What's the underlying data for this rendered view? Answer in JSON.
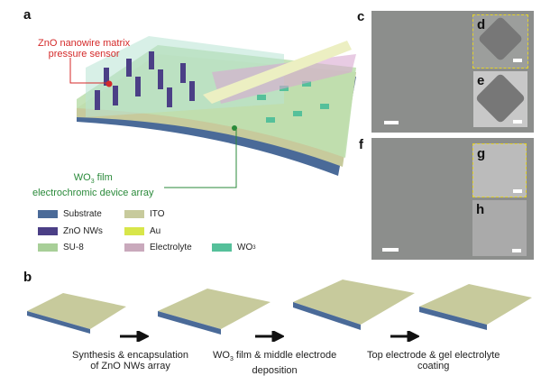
{
  "panels": {
    "a": {
      "letter": "a",
      "annotation_sensor": [
        "ZnO nanowire matrix",
        "pressure sensor"
      ],
      "annotation_ec_line1": "WO",
      "annotation_ec_sub": "3",
      "annotation_ec_line1_suffix": " film",
      "annotation_ec_line2": "electrochromic device array",
      "legend": [
        {
          "label": "Substrate",
          "color": "#4a6a98"
        },
        {
          "label": "ITO",
          "color": "#c7ca9c"
        },
        {
          "label": "ZnO NWs",
          "color": "#4b3f86"
        },
        {
          "label": "Au",
          "color": "#d8e64a"
        },
        {
          "label": "SU-8",
          "color": "#a8cf98"
        },
        {
          "label": "Electrolyte",
          "color": "#c9a9bc"
        },
        {
          "label": "WO",
          "sub": "3",
          "color": "#55c09a"
        }
      ]
    },
    "b": {
      "letter": "b",
      "steps": [
        {
          "line1": "Synthesis & encapsulation",
          "line2": "of ZnO NWs array"
        },
        {
          "line1_prefix": "WO",
          "line1_sub": "3",
          "line1_suffix": " film & middle electrode",
          "line2": "deposition"
        },
        {
          "line1": "Top electrode & gel electrolyte",
          "line2": "coating"
        }
      ]
    },
    "c": {
      "letter": "c",
      "insets": [
        "d",
        "e"
      ]
    },
    "f": {
      "letter": "f",
      "insets": [
        "g",
        "h"
      ]
    }
  },
  "colors": {
    "sensor_annotation": "#d42a2a",
    "ec_annotation": "#2a8a3a",
    "inset_outline": "#e5d42a"
  }
}
